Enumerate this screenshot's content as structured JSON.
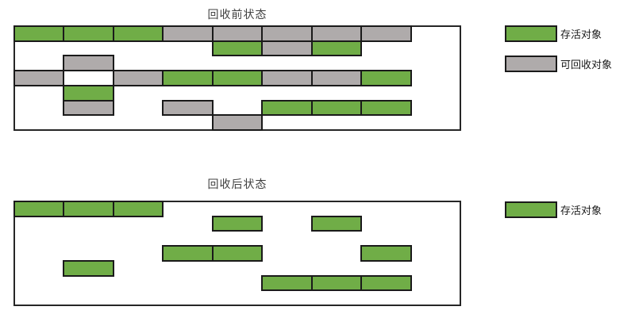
{
  "colors": {
    "live": "#70ad47",
    "recyclable": "#afabab",
    "block_border": "#1a1a1a",
    "box_border": "#262626",
    "title_text": "#404040",
    "legend_text": "#1a1a1a"
  },
  "sections": [
    {
      "title": "回收前状态",
      "legend": [
        {
          "type": "live",
          "label": "存活对象"
        },
        {
          "type": "recyclable",
          "label": "可回收对象"
        }
      ],
      "grid": [
        "GGGRRRRR.",
        "....GRG..",
        ".R.......",
        "R.RGGRRG.",
        ".G.......",
        ".R.R.GGG.",
        "....R...."
      ]
    },
    {
      "title": "回收后状态",
      "legend": [
        {
          "type": "live",
          "label": "存活对象"
        }
      ],
      "grid": [
        "GGG......",
        "....G.G..",
        ".........",
        "...GG..G.",
        ".G.......",
        ".....GGG.",
        "........."
      ]
    }
  ]
}
